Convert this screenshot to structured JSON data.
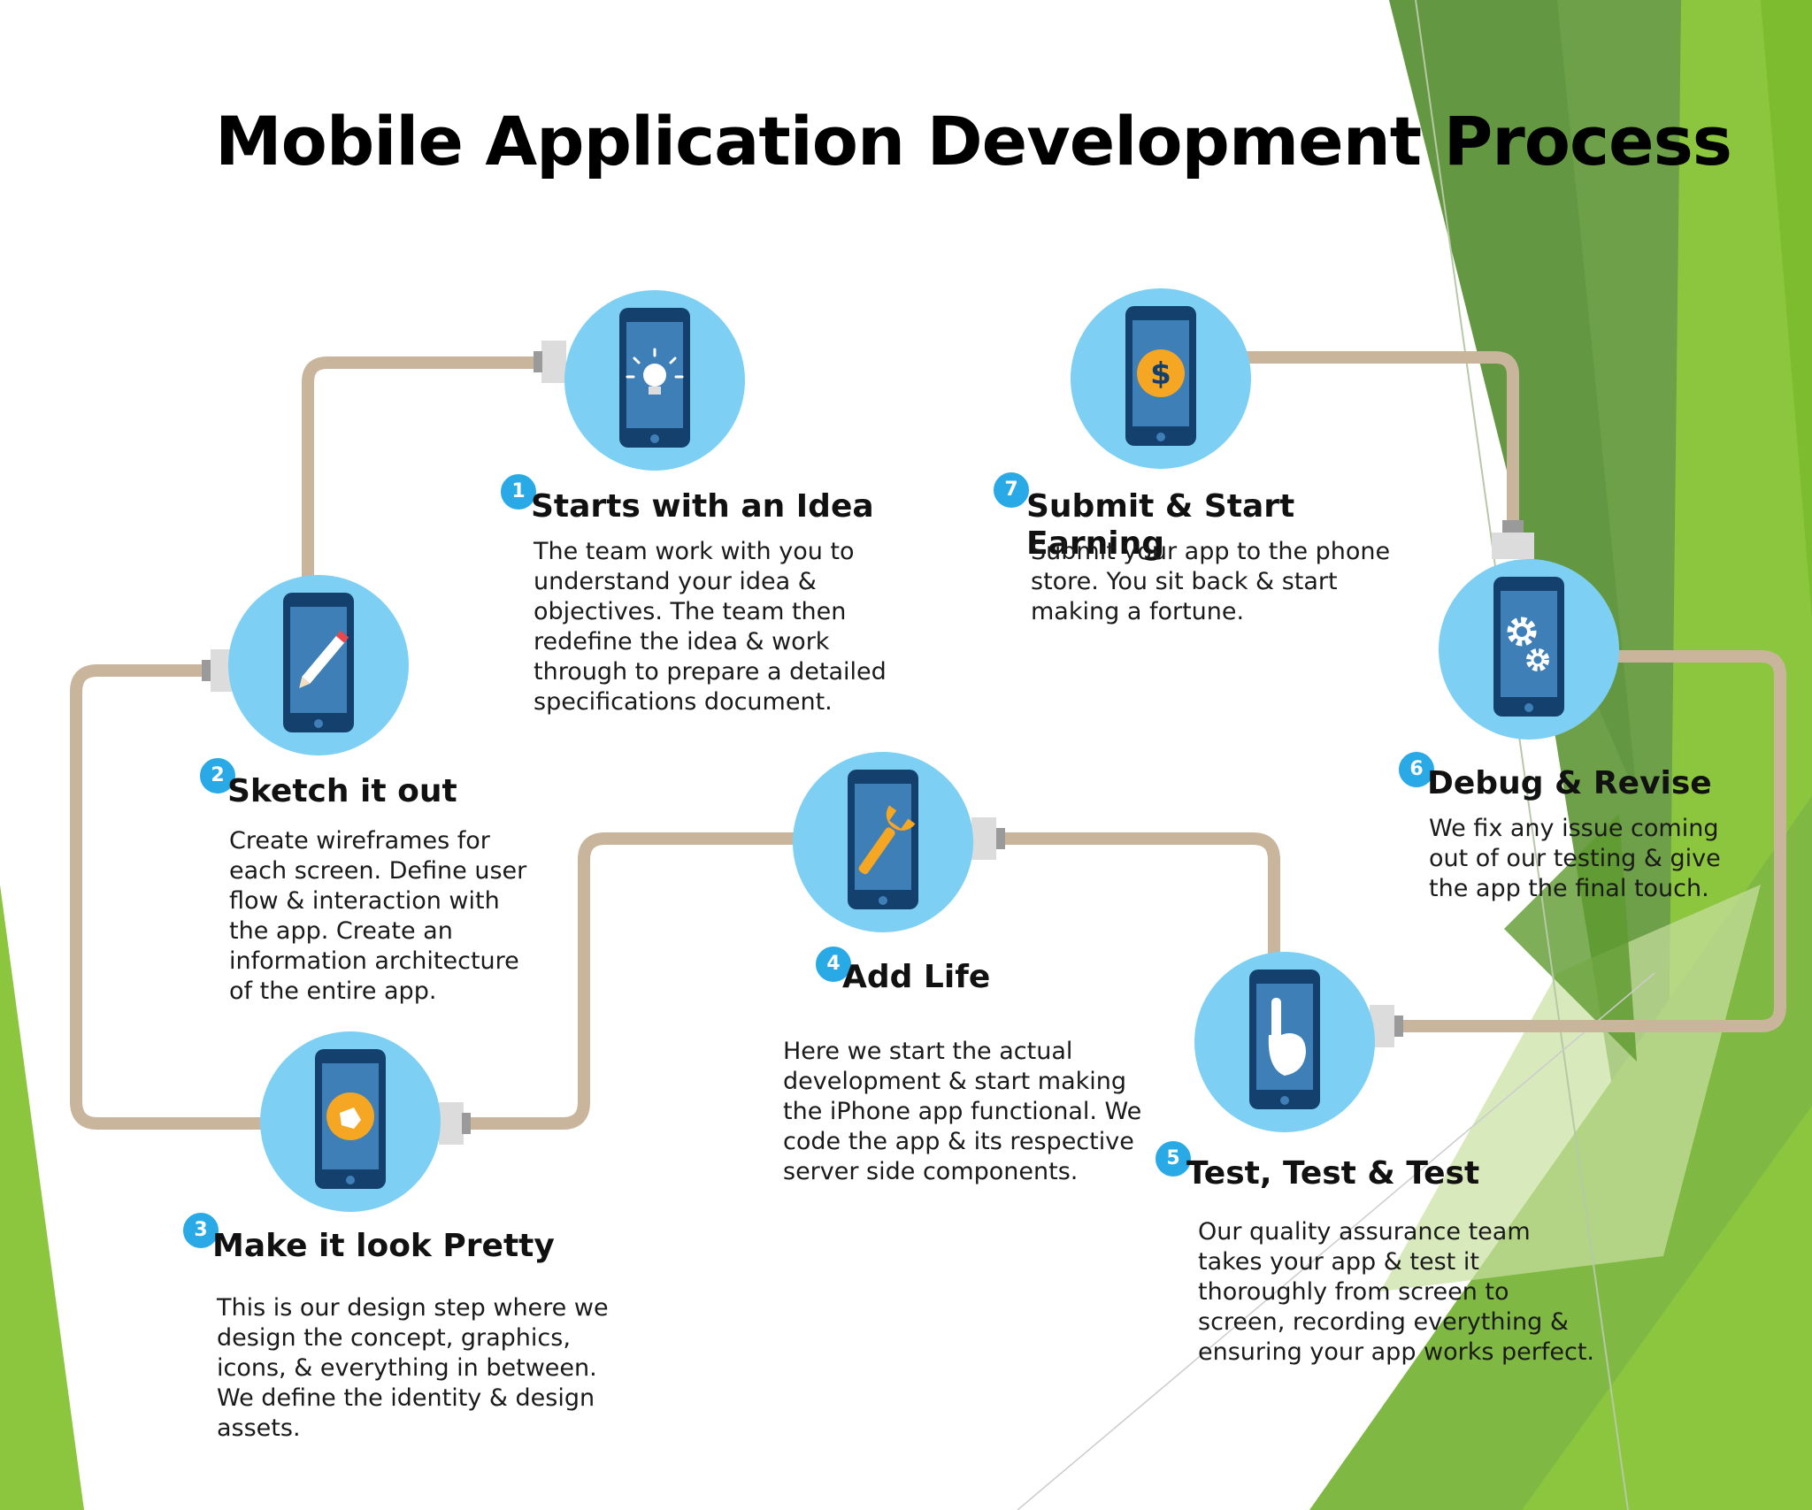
{
  "title": "Mobile Application Development Process",
  "steps": [
    {
      "number": "1",
      "title": "Starts with an Idea",
      "icon": "lightbulb-icon",
      "description": "The team work with you to understand your idea & objectives. The team then redefine the idea & work through to prepare a detailed specifications document."
    },
    {
      "number": "2",
      "title": "Sketch it out",
      "icon": "pencil-icon",
      "description": "Create wireframes for each screen. Define user flow & interaction with the app. Create an information architecture of the entire app."
    },
    {
      "number": "3",
      "title": "Make it look Pretty",
      "icon": "design-hand-icon",
      "description": "This is our design step where we design the concept, graphics, icons, & everything in between. We define the identity & design assets."
    },
    {
      "number": "4",
      "title": "Add Life",
      "icon": "wrench-icon",
      "description": "Here we start the actual development & start making the iPhone app functional. We code the app & its respective server side components."
    },
    {
      "number": "5",
      "title": "Test, Test & Test",
      "icon": "touch-hand-icon",
      "description": "Our quality assurance team takes your app & test it thoroughly from screen to screen, recording everything & ensuring your app works perfect."
    },
    {
      "number": "6",
      "title": "Debug & Revise",
      "icon": "gears-icon",
      "description": "We fix any issue coming out of our testing & give the app the final touch."
    },
    {
      "number": "7",
      "title": "Submit & Start Earning",
      "icon": "dollar-coin-icon",
      "description": "Submit your app to the phone store. You sit back & start making a fortune."
    }
  ],
  "colors": {
    "circle": "#7dd0f3",
    "phone": "#14406d",
    "screen": "#3f7fb8",
    "cable": "#c9b59c",
    "badge": "#29a9e6",
    "accent_orange": "#f5a623",
    "green_dark": "#5b9a34",
    "green_light": "#8cc63f"
  }
}
